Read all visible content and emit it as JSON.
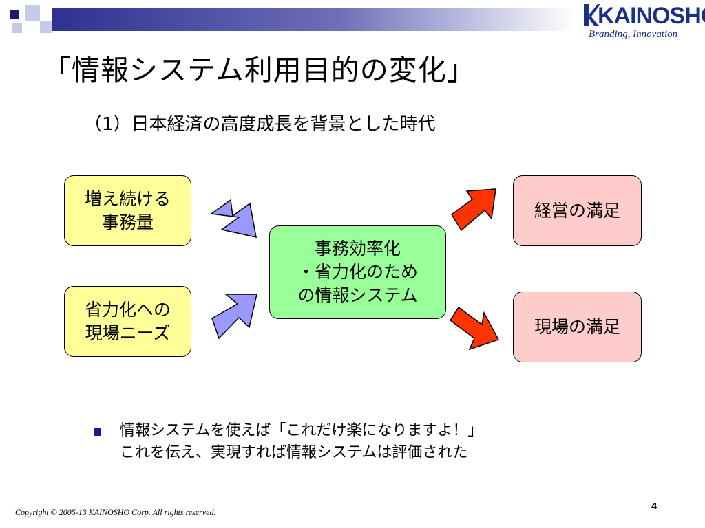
{
  "header": {
    "logo_text": "KAINOSHO",
    "logo_tagline": "Branding, Innovation",
    "bar_color": "#2e3192"
  },
  "slide": {
    "title": "「情報システム利用目的の変化」",
    "subtitle": "（1）日本経済の高度成長を背景とした時代"
  },
  "diagram": {
    "inputs": [
      {
        "label": "増え続ける\n事務量",
        "color": "#ffff99"
      },
      {
        "label": "省力化への\n現場ニーズ",
        "color": "#ffff99"
      }
    ],
    "center": {
      "label": "事務効率化\n・省力化のため\nの情報システム",
      "color": "#99ff99"
    },
    "outputs": [
      {
        "label": "経営の満足",
        "color": "#ffcccc"
      },
      {
        "label": "現場の満足",
        "color": "#ffcccc"
      }
    ],
    "input_arrow_color": "#9999ff",
    "output_arrow_color": "#ff3300"
  },
  "bullet": {
    "line1": "情報システムを使えば「これだけ楽になりますよ！」",
    "line2": "これを伝え、実現すれば情報システムは評価された"
  },
  "footer": {
    "copyright": "Copyright © 2005-13 KAINOSHO Corp. All rights reserved.",
    "page_number": "4"
  }
}
